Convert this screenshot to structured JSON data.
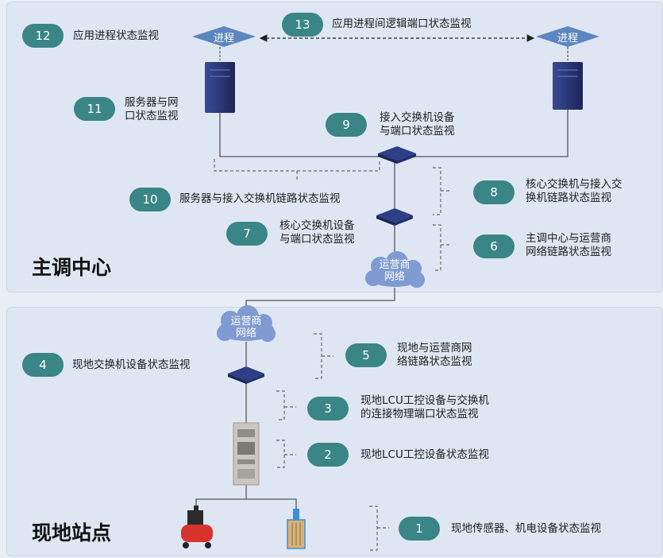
{
  "sections": {
    "top_title": "主调中心",
    "bottom_title": "现地站点"
  },
  "nodes": {
    "process_left": "进程",
    "process_right": "进程",
    "cloud_top": [
      "运营商",
      "网络"
    ],
    "cloud_bottom": [
      "运营商",
      "网络"
    ]
  },
  "items": [
    {
      "num": "12",
      "text": [
        "应用进程状态监视"
      ]
    },
    {
      "num": "13",
      "text": [
        "应用进程间逻辑端口状态监视"
      ]
    },
    {
      "num": "11",
      "text": [
        "服务器与网",
        "口状态监视"
      ]
    },
    {
      "num": "9",
      "text": [
        "接入交换机设备",
        "与端口状态监视"
      ]
    },
    {
      "num": "10",
      "text": [
        "服务器与接入交换机链路状态监视"
      ]
    },
    {
      "num": "8",
      "text": [
        "核心交换机与接入交",
        "换机链路状态监视"
      ]
    },
    {
      "num": "7",
      "text": [
        "核心交换机设备",
        "与端口状态监视"
      ]
    },
    {
      "num": "6",
      "text": [
        "主调中心与运营商",
        "网络链路状态监视"
      ]
    },
    {
      "num": "4",
      "text": [
        "现地交换机设备状态监视"
      ]
    },
    {
      "num": "5",
      "text": [
        "现地与运营商网",
        "络链路状态监视"
      ]
    },
    {
      "num": "3",
      "text": [
        "现地LCU工控设备与交换机",
        "的连接物理端口状态监视"
      ]
    },
    {
      "num": "2",
      "text": [
        "现地LCU工控设备状态监视"
      ]
    },
    {
      "num": "1",
      "text": [
        "现地传感器、机电设备状态监视"
      ]
    }
  ],
  "colors": {
    "badge": "#3a8585",
    "panel": "#dfe6f3",
    "process": "#5b86bf",
    "cloud": "#7f9bd1",
    "server": "#2e3a7a"
  }
}
